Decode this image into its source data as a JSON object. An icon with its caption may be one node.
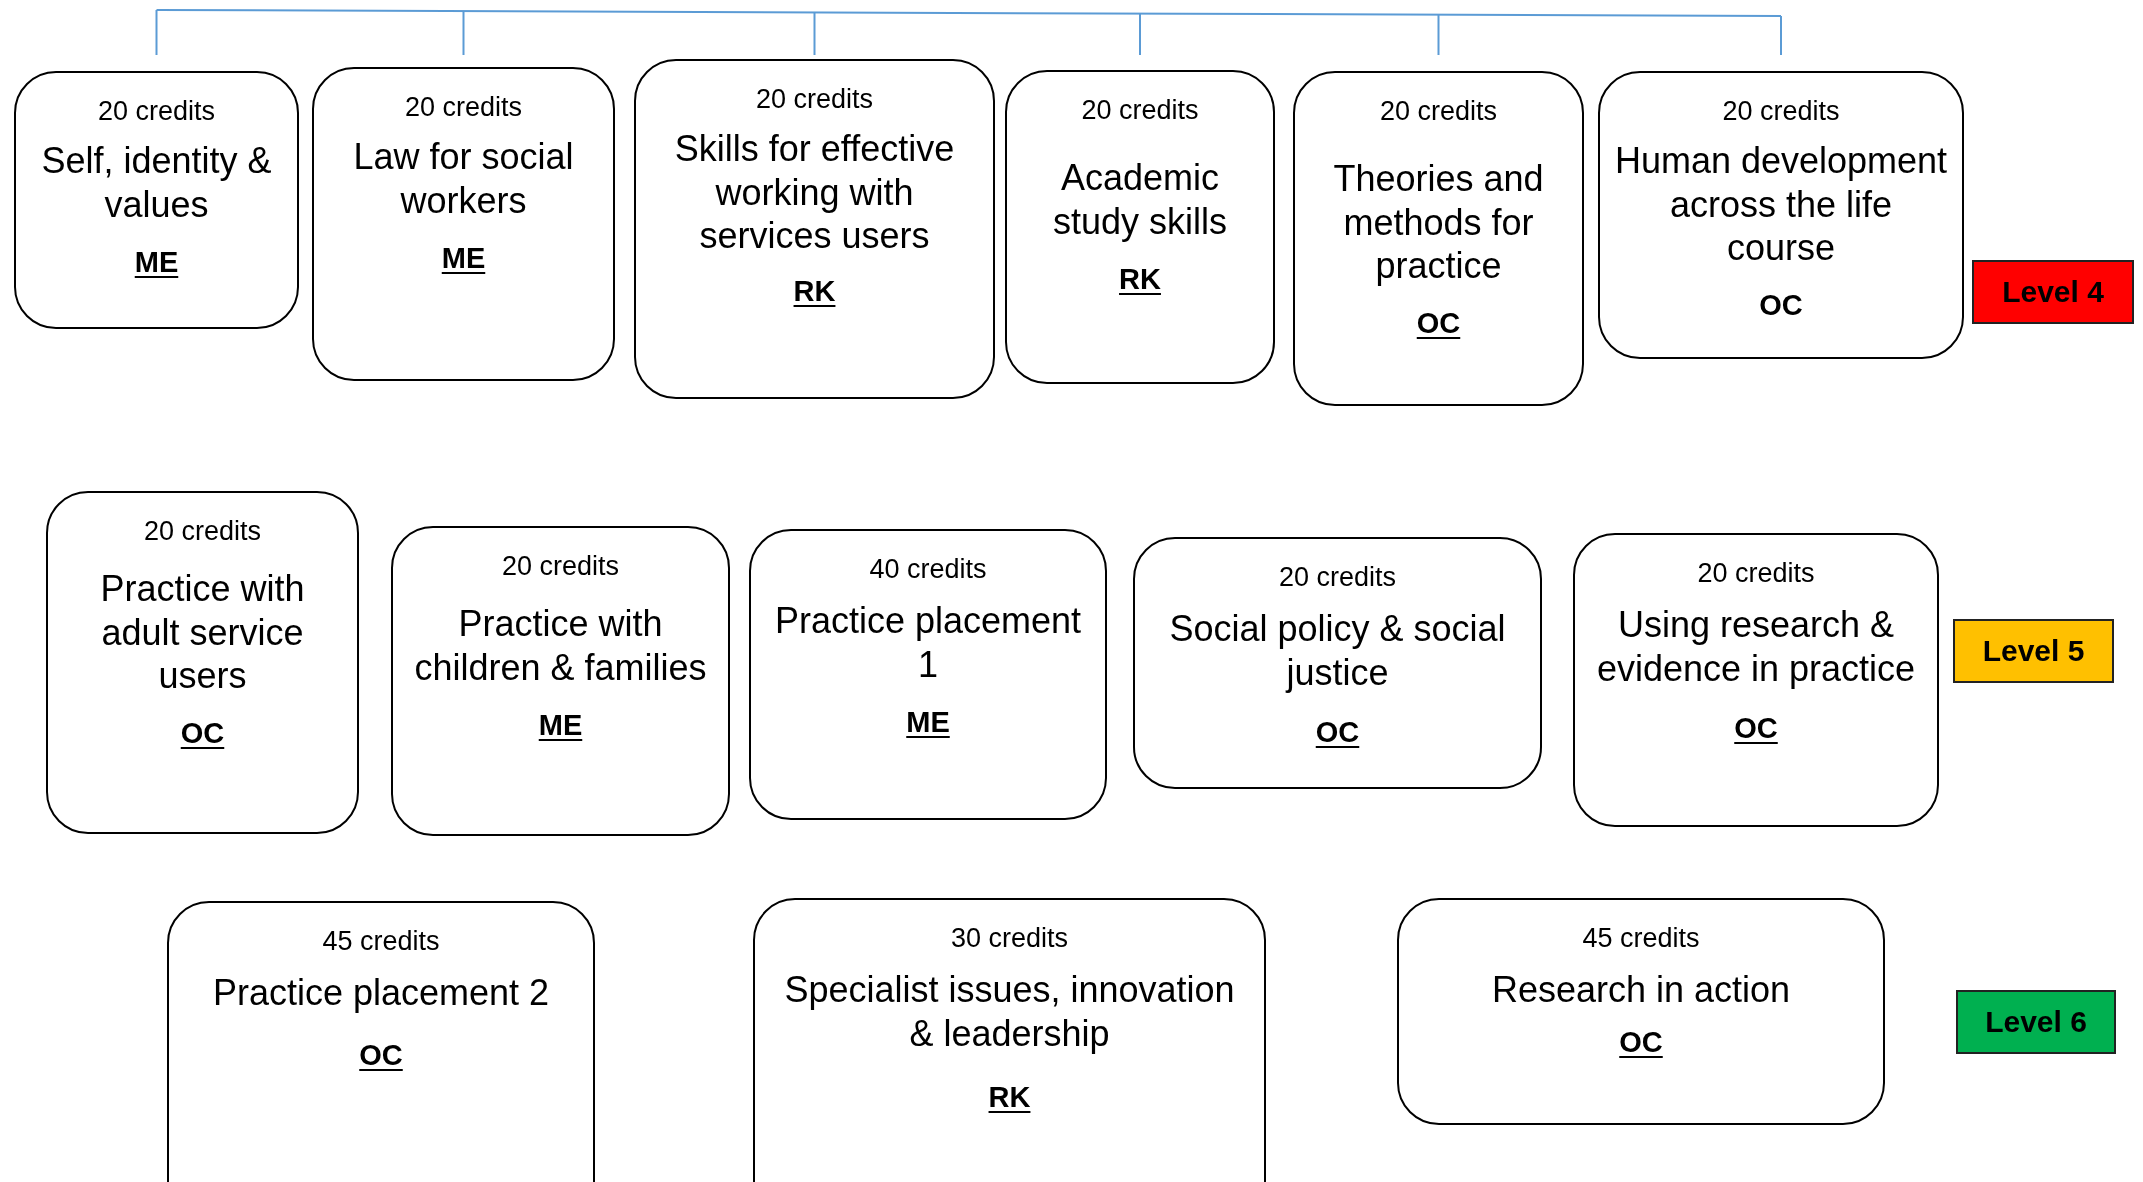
{
  "diagram": {
    "nodes": [
      {
        "text": [
          "20 credits",
          "Self, identity & values",
          "ME"
        ]
      },
      {
        "text": [
          "20 credits",
          "Law for social workers",
          "ME"
        ]
      },
      {
        "text": [
          "20 credits",
          "Skills for effective working with services users",
          "RK"
        ]
      },
      {
        "text": [
          "20 credits",
          "Academic study skills",
          "RK"
        ]
      },
      {
        "text": [
          "20 credits",
          "Theories and methods for practice",
          "OC"
        ]
      },
      {
        "text": [
          "20 credits",
          "Human development across the life course",
          "OC"
        ]
      },
      {
        "text": [
          "Level 4"
        ]
      },
      {
        "text": [
          "20 credits",
          "Practice with adult service users",
          "OC"
        ]
      },
      {
        "text": [
          "20 credits",
          "Practice with children & families",
          "ME"
        ]
      },
      {
        "text": [
          "40 credits",
          "Practice placement 1",
          "ME"
        ]
      },
      {
        "text": [
          "20 credits",
          "Social policy & social justice",
          "OC"
        ]
      },
      {
        "text": [
          "20 credits",
          "Using research & evidence in practice",
          "OC"
        ]
      },
      {
        "text": [
          "Level 5"
        ]
      },
      {
        "text": [
          "45 credits",
          "Practice placement 2",
          "OC"
        ]
      },
      {
        "text": [
          "30 credits",
          "Specialist issues, innovation & leadership",
          "RK"
        ]
      },
      {
        "text": [
          "45 credits",
          "Research in action",
          "OC"
        ]
      },
      {
        "text": [
          "Level 6"
        ]
      }
    ]
  }
}
